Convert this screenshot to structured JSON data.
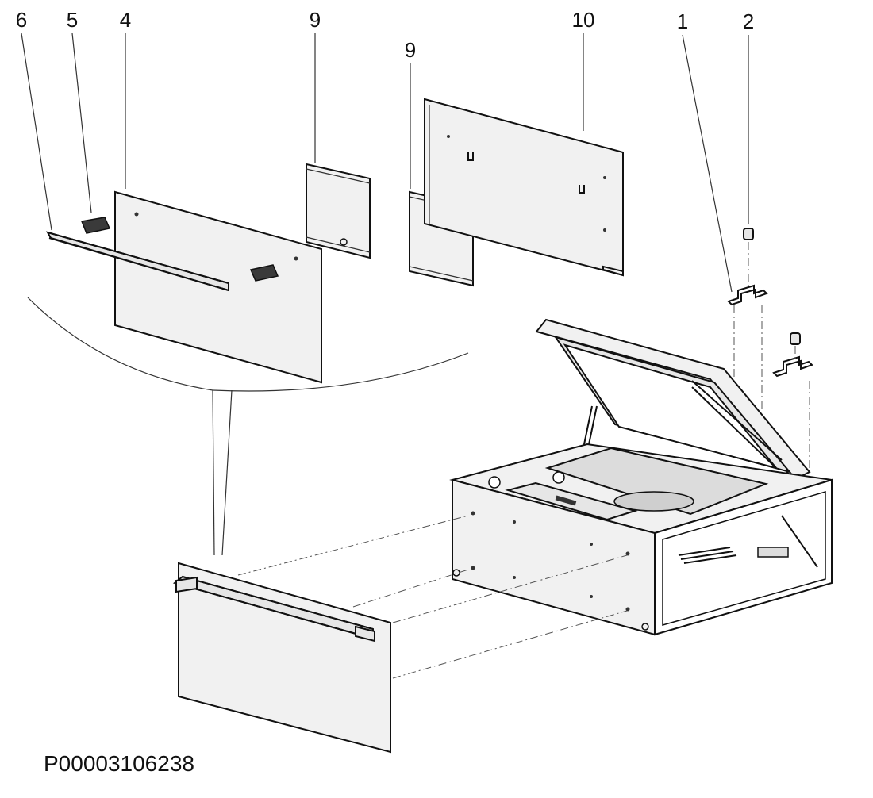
{
  "callouts": {
    "c6": "6",
    "c5": "5",
    "c4": "4",
    "c9a": "9",
    "c10": "10",
    "c9b": "9",
    "c1": "1",
    "c2": "2"
  },
  "part_number": "P00003106238"
}
